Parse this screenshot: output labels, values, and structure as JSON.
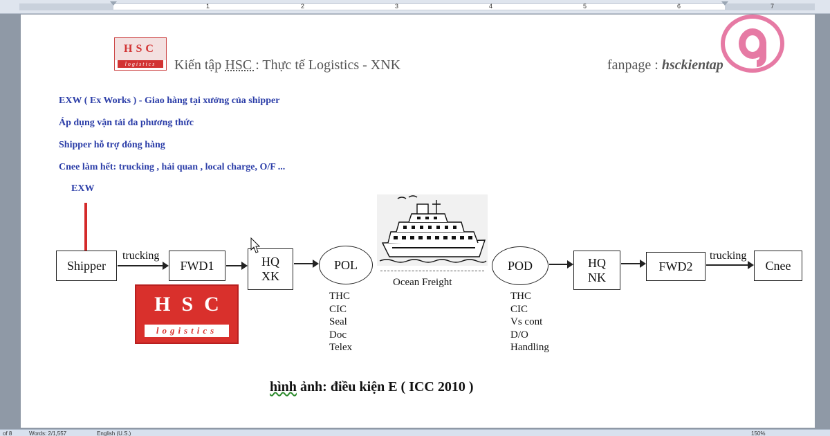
{
  "ruler": {
    "numbers": [
      "1",
      "2",
      "3",
      "4",
      "5",
      "6",
      "7"
    ]
  },
  "header": {
    "logo_top": "HSC",
    "logo_bottom": "logistics",
    "title_prefix": "Kiến tập ",
    "title_underlined": "HSC ",
    "title_suffix": ": Thực tế Logistics - XNK",
    "fanpage_label": "fanpage : ",
    "fanpage_handle": "hsckientap"
  },
  "notes": [
    "EXW ( Ex Works ) - Giao hàng tại xưởng của shipper",
    "Áp dụng vận tải đa phương thức",
    "Shipper hỗ trợ đóng hàng",
    "Cnee làm hết: trucking , hải quan , local charge, O/F ..."
  ],
  "diagram": {
    "exw_label": "EXW",
    "shipper": "Shipper",
    "trucking_1": "trucking",
    "fwd1": "FWD1",
    "hq_xk_line1": "HQ",
    "hq_xk_line2": "XK",
    "pol": "POL",
    "ocean_freight": "Ocean Freight",
    "pod": "POD",
    "hq_nk_line1": "HQ",
    "hq_nk_line2": "NK",
    "fwd2": "FWD2",
    "trucking_2": "trucking",
    "cnee": "Cnee",
    "pol_fees": [
      "THC",
      "CIC",
      "Seal",
      "Doc",
      "Telex"
    ],
    "pod_fees": [
      "THC",
      "CIC",
      "Vs cont",
      "D/O",
      "Handling"
    ]
  },
  "big_logo": {
    "top": "HSC",
    "bottom": "logistics"
  },
  "caption": {
    "part1": "hình",
    "part2": " ảnh: điều kiện E ( ICC 2010 )"
  },
  "statusbar": {
    "page": "of 8",
    "words": "Words: 2/1,557",
    "language": "English (U.S.)",
    "zoom": "150%"
  },
  "colors": {
    "accent_blue": "#2c3ea8",
    "brand_red": "#d9302c",
    "badge_pink": "#e67aa4"
  }
}
